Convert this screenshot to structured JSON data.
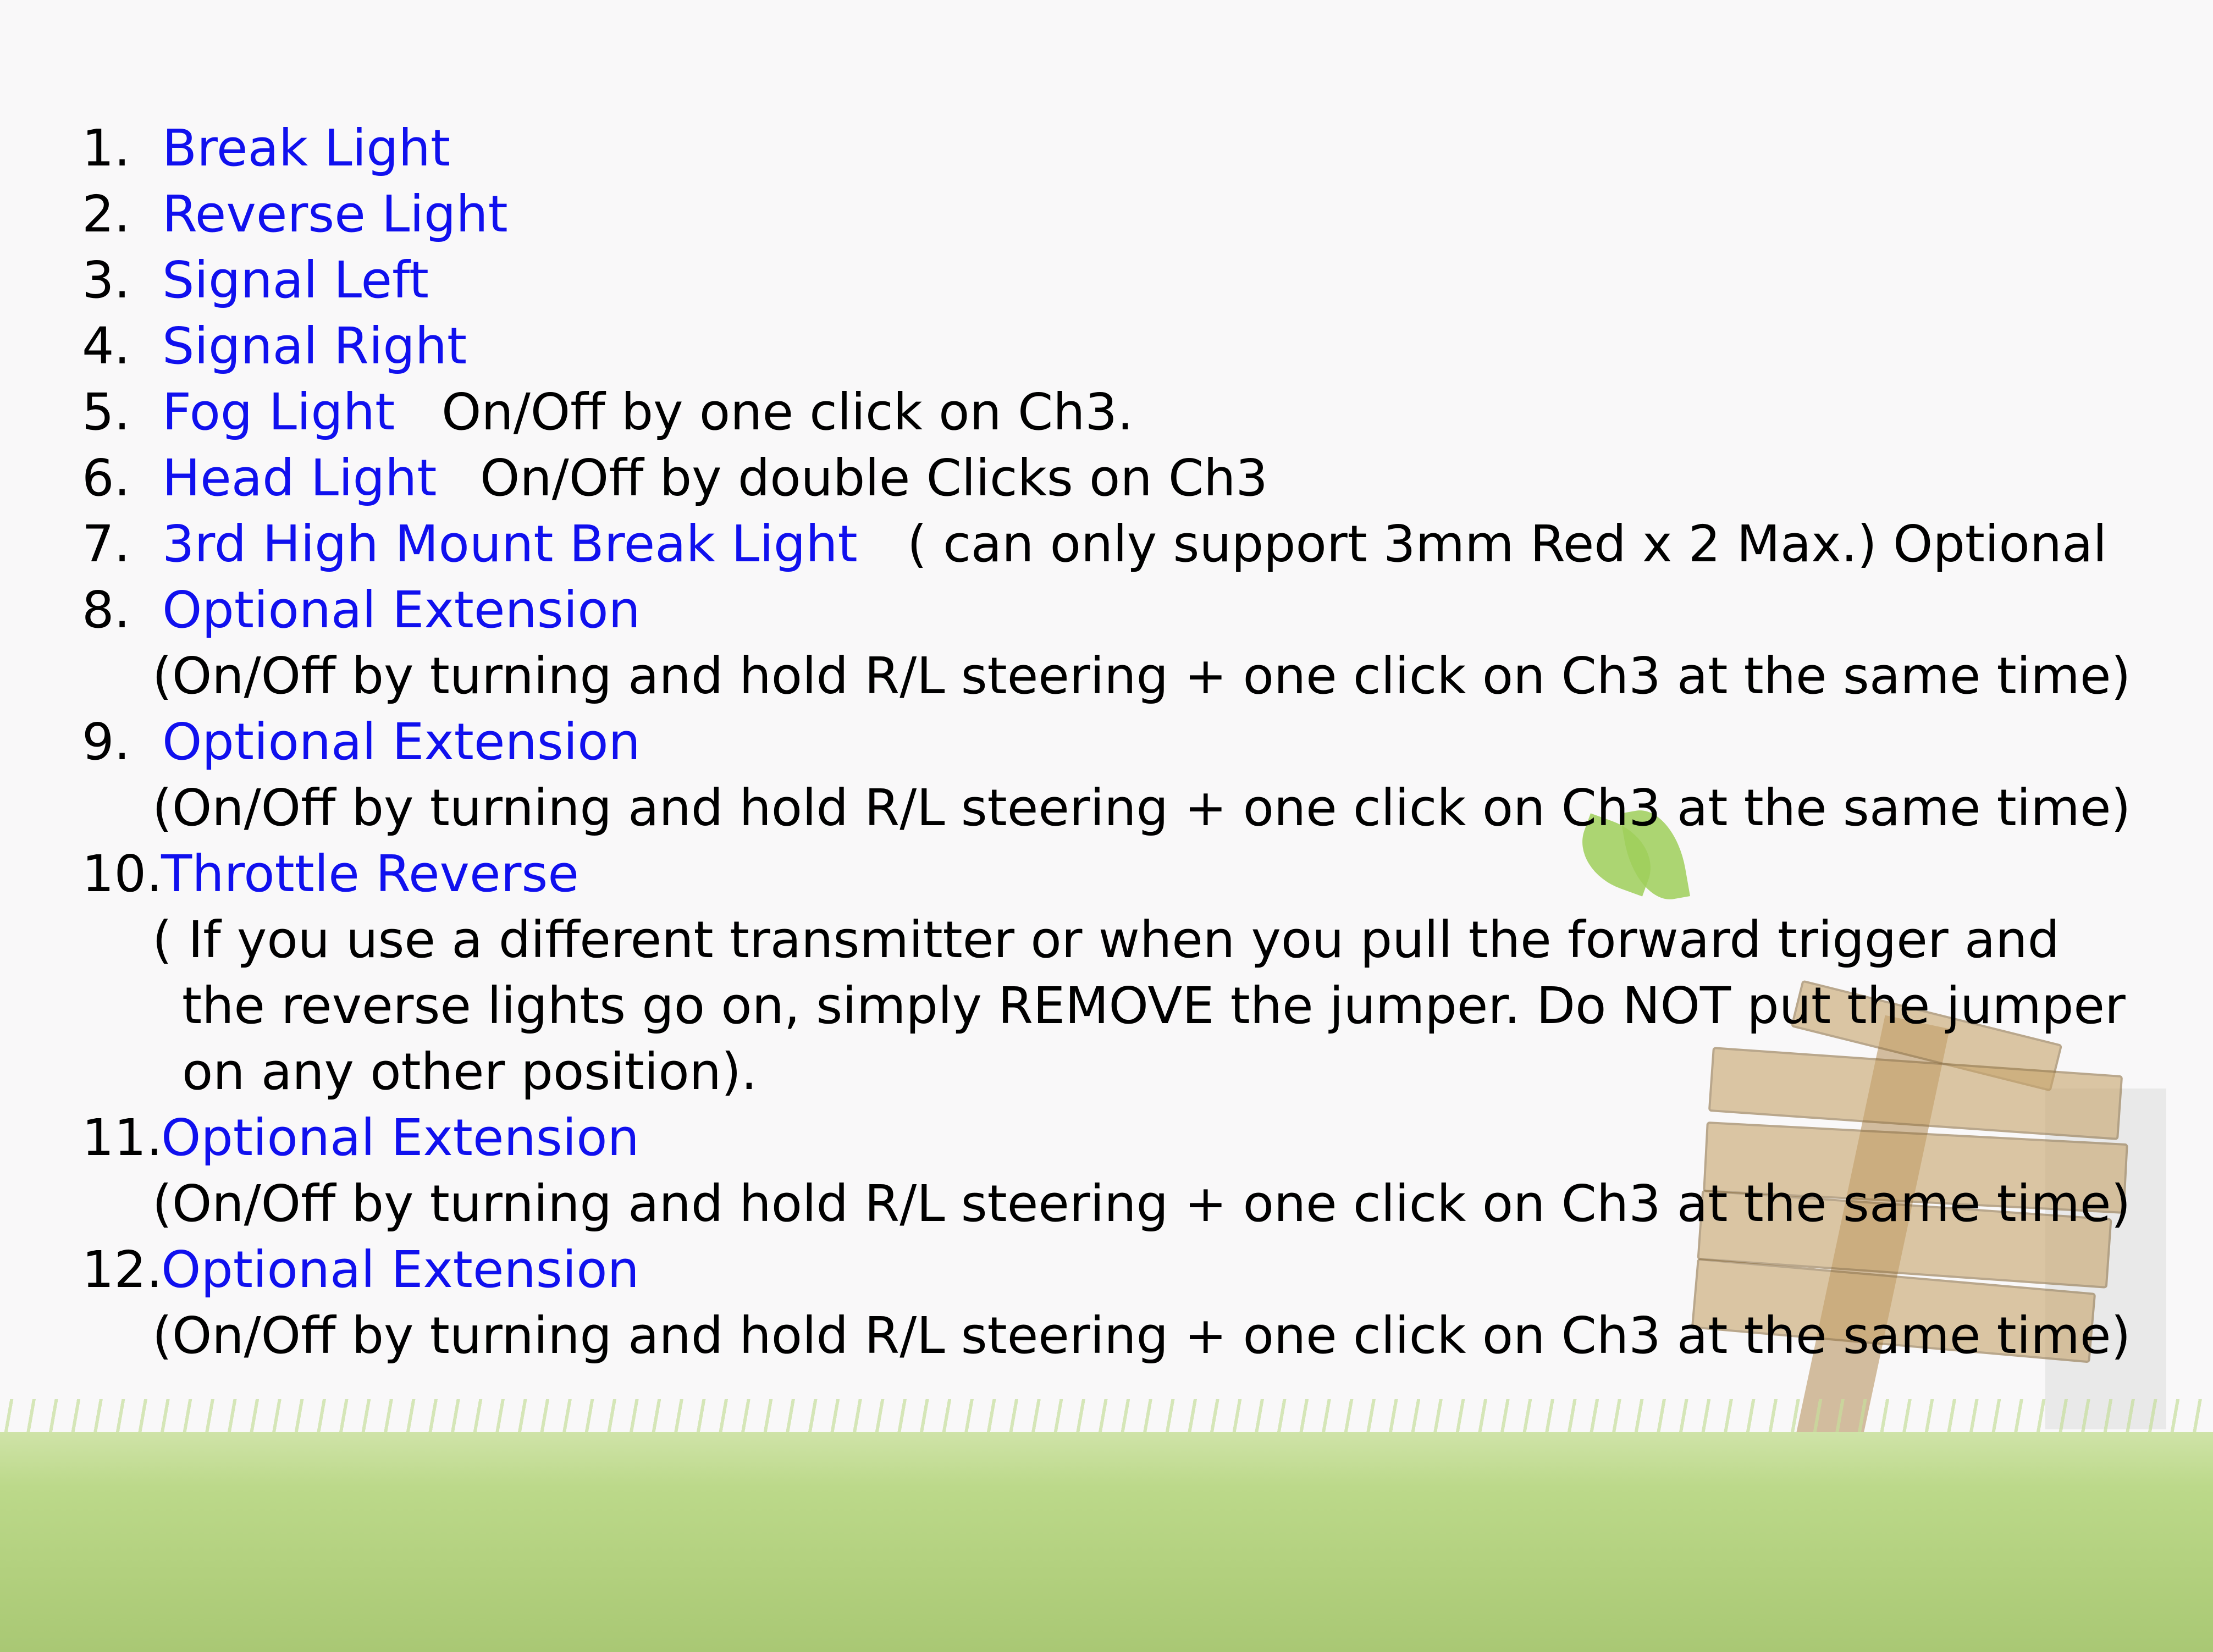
{
  "items": [
    {
      "num": "1.",
      "label": "Break Light"
    },
    {
      "num": "2.",
      "label": "Reverse Light"
    },
    {
      "num": "3.",
      "label": "Signal Left"
    },
    {
      "num": "4.",
      "label": "Signal Right"
    },
    {
      "num": "5.",
      "label": "Fog Light",
      "desc": "On/Off by one click on Ch3."
    },
    {
      "num": "6.",
      "label": "Head Light",
      "desc": "On/Off by double Clicks on Ch3"
    },
    {
      "num": "7.",
      "label": "3rd High Mount Break Light",
      "desc": "( can only support 3mm Red x 2 Max.) Optional"
    },
    {
      "num": "8.",
      "label": "Optional Extension",
      "desc": "(On/Off by turning and hold R/L steering + one click on Ch3 at the same time)"
    },
    {
      "num": "9.",
      "label": "Optional Extension",
      "desc": "(On/Off by turning and hold R/L steering + one click on Ch3 at the same time)"
    },
    {
      "num": "10.",
      "label": "Throttle Reverse",
      "desc": [
        "( If you use a different transmitter or when you pull the forward trigger and",
        "the reverse lights go on, simply REMOVE the jumper.  Do NOT put the jumper",
        "on any other position)."
      ]
    },
    {
      "num": "11.",
      "label": "Optional Extension",
      "desc": "(On/Off by turning and hold R/L steering + one click on Ch3 at the same time)"
    },
    {
      "num": "12.",
      "label": "Optional Extension",
      "desc": "(On/Off by turning and hold R/L steering + one click on Ch3 at the same time)"
    }
  ],
  "colors": {
    "label": "#1010ee",
    "text": "#000000",
    "background": "#f9f8f9"
  }
}
